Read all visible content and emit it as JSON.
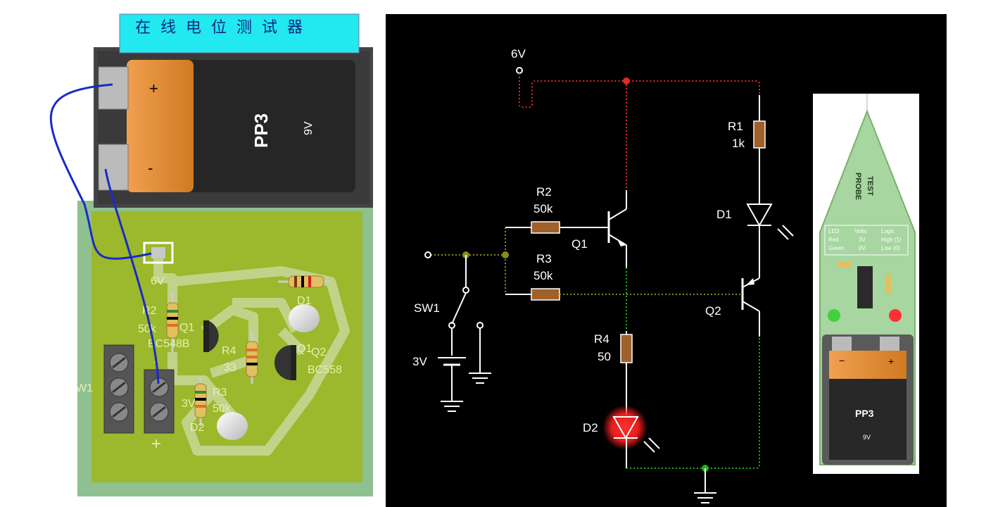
{
  "title": "在线电位测试器",
  "battery": {
    "model": "PP3",
    "voltage": "9V",
    "plus": "+",
    "minus": "-"
  },
  "pcb": {
    "labels": {
      "v6": "6V",
      "r2": "R2",
      "r2_val": "50k",
      "q1": "Q1",
      "q1_type": "BC548B",
      "r4": "R4",
      "r4_val": "33",
      "q2": "Q2",
      "q2_type": "BC558",
      "d1": "D1",
      "r3": "R3",
      "r3_val": "50k",
      "v3": "3V",
      "d2": "D2",
      "sw": "W1",
      "plus": "+",
      "minus": "-"
    }
  },
  "schematic": {
    "v6": "6V",
    "r1": "R1",
    "r1_val": "1k",
    "r2": "R2",
    "r2_val": "50k",
    "r3": "R3",
    "r3_val": "50k",
    "r4": "R4",
    "r4_val": "50",
    "q1": "Q1",
    "q2": "Q2",
    "d1": "D1",
    "d2": "D2",
    "sw1": "SW1",
    "v3": "3V"
  },
  "probe": {
    "battery_model": "PP3",
    "battery_voltage": "9V",
    "plus": "+",
    "minus": "−",
    "led": "LED",
    "volts": "Volts",
    "logic": "Logic",
    "red": "Red",
    "green": "Green",
    "red_v": "3V",
    "green_v": "0V",
    "red_logic": "High (1)",
    "green_logic": "Low (0)",
    "probe_text": "PROBE",
    "test_text": "TEST",
    "red_led": "Red",
    "green_led": "Green"
  },
  "colors": {
    "pcb": "#9cb82c",
    "pcb_border": "#8fbf8f",
    "banner": "#22e8f0",
    "wire_red": "#e02a2a",
    "wire_green": "#1cb21c",
    "wire_olive": "#8a8a1c",
    "led_red": "#ff2a2a"
  }
}
